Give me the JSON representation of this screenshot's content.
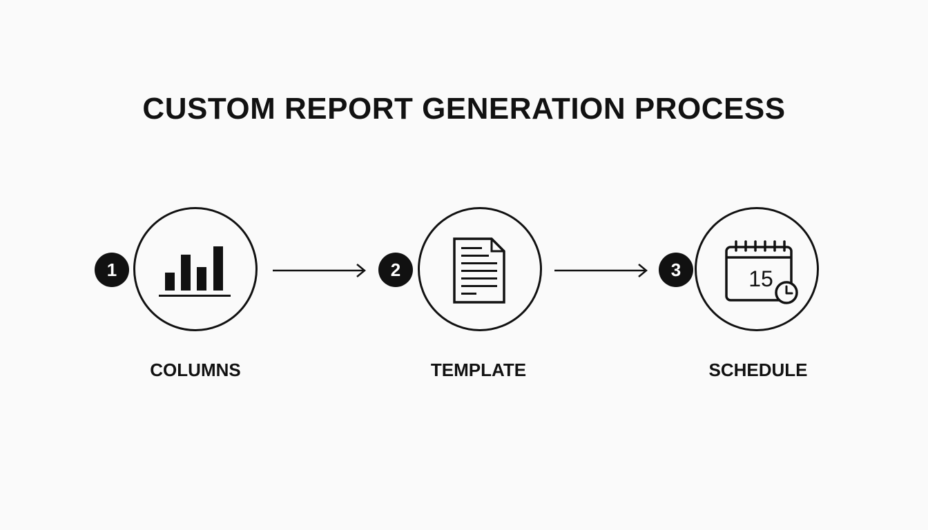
{
  "title": "CUSTOM REPORT GENERATION PROCESS",
  "colors": {
    "background": "#fafafa",
    "ink": "#111111",
    "badge_text": "#ffffff"
  },
  "steps": [
    {
      "number": "1",
      "label": "COLUMNS",
      "icon": "bar-chart-icon"
    },
    {
      "number": "2",
      "label": "TEMPLATE",
      "icon": "document-icon"
    },
    {
      "number": "3",
      "label": "SCHEDULE",
      "icon": "calendar-clock-icon",
      "calendar_day": "15"
    }
  ]
}
